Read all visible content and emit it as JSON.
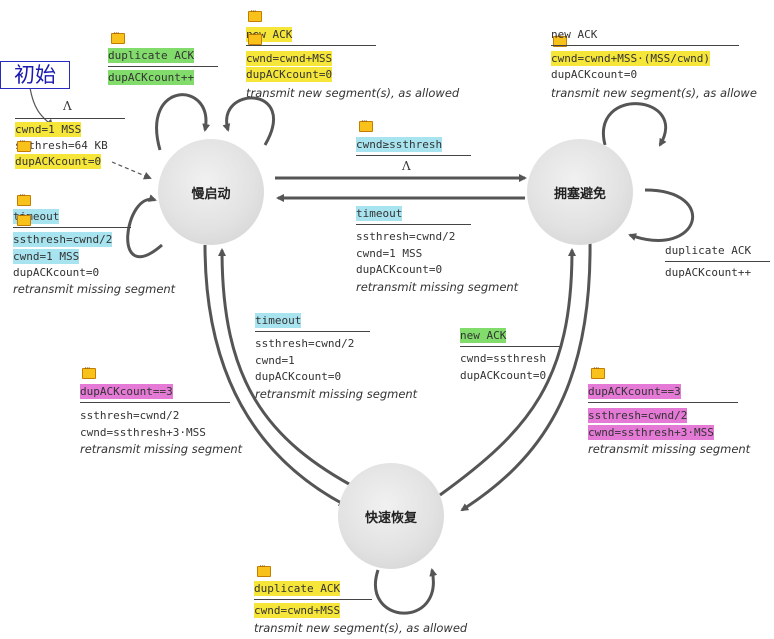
{
  "states": {
    "slow_start": "慢启动",
    "congestion_avoidance": "拥塞避免",
    "fast_recovery": "快速恢复"
  },
  "init_label": "初始",
  "init": {
    "lambda": "Λ",
    "cwnd": "cwnd=1 MSS",
    "ssthresh": "ssthresh=64 KB",
    "dup": "dupACKcount=0"
  },
  "ss_dup_ack": {
    "event": "duplicate ACK",
    "action": "dupACKcount++"
  },
  "ss_new_ack": {
    "event": "new ACK",
    "action1": "cwnd=cwnd+MSS",
    "action2": "dupACKcount=0",
    "action3": "transmit new segment(s), as allowed"
  },
  "ss_to_ca": {
    "event": "cwnd≥ssthresh",
    "action": "Λ"
  },
  "ss_timeout": {
    "event": "timeout",
    "action1": "ssthresh=cwnd/2",
    "action2": "cwnd=1 MSS",
    "action3": "dupACKcount=0",
    "action4": "retransmit missing segment"
  },
  "ca_new_ack": {
    "event": "new ACK",
    "action1": "cwnd=cwnd+MSS·(MSS/cwnd)",
    "action2": "dupACKcount=0",
    "action3": "transmit new segment(s), as allowe"
  },
  "ca_timeout": {
    "event": "timeout",
    "action1": "ssthresh=cwnd/2",
    "action2": "cwnd=1 MSS",
    "action3": "dupACKcount=0",
    "action4": "retransmit missing segment"
  },
  "ca_dup_ack": {
    "event": "duplicate ACK",
    "action": "dupACKcount++"
  },
  "fr_timeout": {
    "event": "timeout",
    "action1": "ssthresh=cwnd/2",
    "action2": "cwnd=1",
    "action3": "dupACKcount=0",
    "action4": "retransmit missing segment"
  },
  "fr_new_ack": {
    "event": "new ACK",
    "action1": "cwnd=ssthresh",
    "action2": "dupACKcount=0"
  },
  "ss_dup3": {
    "event": "dupACKcount==3",
    "action1": "ssthresh=cwnd/2",
    "action2": "cwnd=ssthresh+3·MSS",
    "action3": "retransmit missing segment"
  },
  "ca_dup3": {
    "event": "dupACKcount==3",
    "action1": "ssthresh=cwnd/2",
    "action2": "cwnd=ssthresh+3·MSS",
    "action3": "retransmit missing segment"
  },
  "fr_dup_ack": {
    "event": "duplicate ACK",
    "action1": "cwnd=cwnd+MSS",
    "action2": "transmit new segment(s), as allowed"
  },
  "colors": {
    "yellow": "#f6e63a",
    "green": "#82dc6c",
    "cyan": "#a8e4ef",
    "magenta": "#e479d6",
    "note": "#f8c21a",
    "init_box": "#2a2ac0"
  }
}
